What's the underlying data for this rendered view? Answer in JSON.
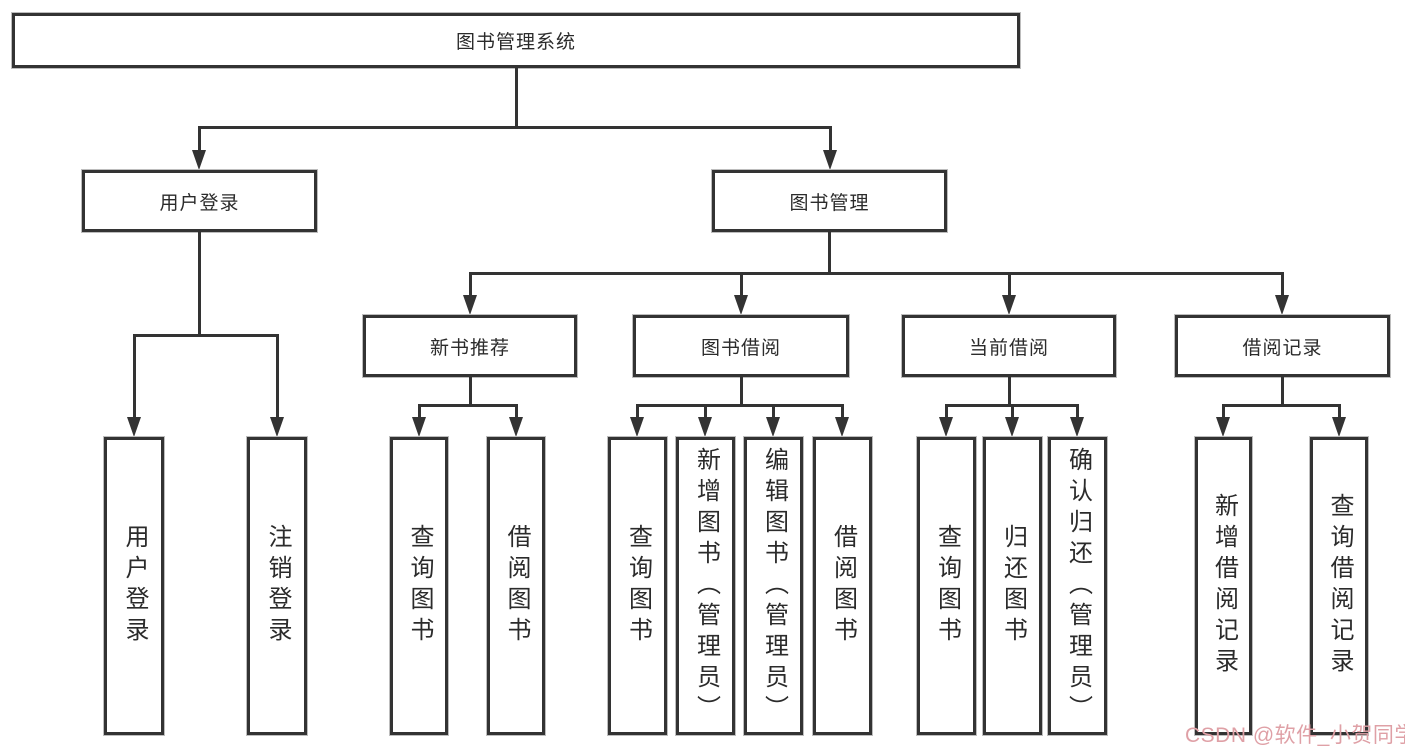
{
  "tree": {
    "root": "图书管理系统",
    "branches": [
      {
        "label": "用户登录",
        "leaves": [
          "用户登录",
          "注销登录"
        ]
      },
      {
        "label": "图书管理",
        "groups": [
          {
            "label": "新书推荐",
            "leaves": [
              "查询图书",
              "借阅图书"
            ]
          },
          {
            "label": "图书借阅",
            "leaves": [
              "查询图书",
              "新增图书（管理员）",
              "编辑图书（管理员）",
              "借阅图书"
            ]
          },
          {
            "label": "当前借阅",
            "leaves": [
              "查询图书",
              "归还图书",
              "确认归还（管理员）"
            ]
          },
          {
            "label": "借阅记录",
            "leaves": [
              "新增借阅记录",
              "查询借阅记录"
            ]
          }
        ]
      }
    ]
  },
  "watermark": "CSDN @软件_小贺同学",
  "colors": {
    "line": "#333333",
    "box_background": "#ffffff",
    "watermark": "#dfa0a6"
  }
}
